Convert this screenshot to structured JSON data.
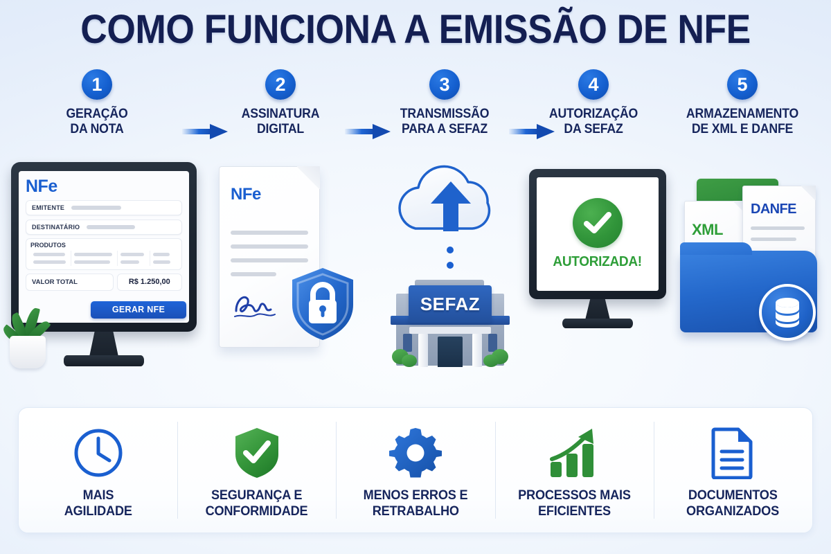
{
  "title": "COMO FUNCIONA A EMISSÃO DE NFE",
  "colors": {
    "navy": "#16255c",
    "blue": "#1560d0",
    "green": "#2e9e38",
    "background": "#e4edfa"
  },
  "steps": [
    {
      "number": "1",
      "label_line1": "GERAÇÃO",
      "label_line2": "DA NOTA"
    },
    {
      "number": "2",
      "label_line1": "ASSINATURA",
      "label_line2": "DIGITAL"
    },
    {
      "number": "3",
      "label_line1": "TRANSMISSÃO",
      "label_line2": "PARA A SEFAZ"
    },
    {
      "number": "4",
      "label_line1": "AUTORIZAÇÃO",
      "label_line2": "DA SEFAZ"
    },
    {
      "number": "5",
      "label_line1": "ARMAZENAMENTO",
      "label_line2": "DE XML E DANFE"
    }
  ],
  "scene": {
    "step1_form": {
      "heading": "NFe",
      "field_emitente": "EMITENTE",
      "field_destinatario": "DESTINATÁRIO",
      "field_produtos": "PRODUTOS",
      "total_label": "VALOR TOTAL",
      "total_value": "R$ 1.250,00",
      "button": "GERAR NFE"
    },
    "step2_doc": {
      "heading": "NFe"
    },
    "step3": {
      "building_sign": "SEFAZ"
    },
    "step4_monitor": {
      "status": "AUTORIZADA!"
    },
    "step5_folder": {
      "doc_xml": "XML",
      "doc_danfe": "DANFE"
    }
  },
  "benefits": [
    {
      "icon": "clock-icon",
      "label_line1": "MAIS",
      "label_line2": "AGILIDADE"
    },
    {
      "icon": "shield-check-icon",
      "label_line1": "SEGURANÇA E",
      "label_line2": "CONFORMIDADE"
    },
    {
      "icon": "gear-icon",
      "label_line1": "MENOS ERROS E",
      "label_line2": "RETRABALHO"
    },
    {
      "icon": "growth-chart-icon",
      "label_line1": "PROCESSOS MAIS",
      "label_line2": "EFICIENTES"
    },
    {
      "icon": "document-icon",
      "label_line1": "DOCUMENTOS",
      "label_line2": "ORGANIZADOS"
    }
  ]
}
